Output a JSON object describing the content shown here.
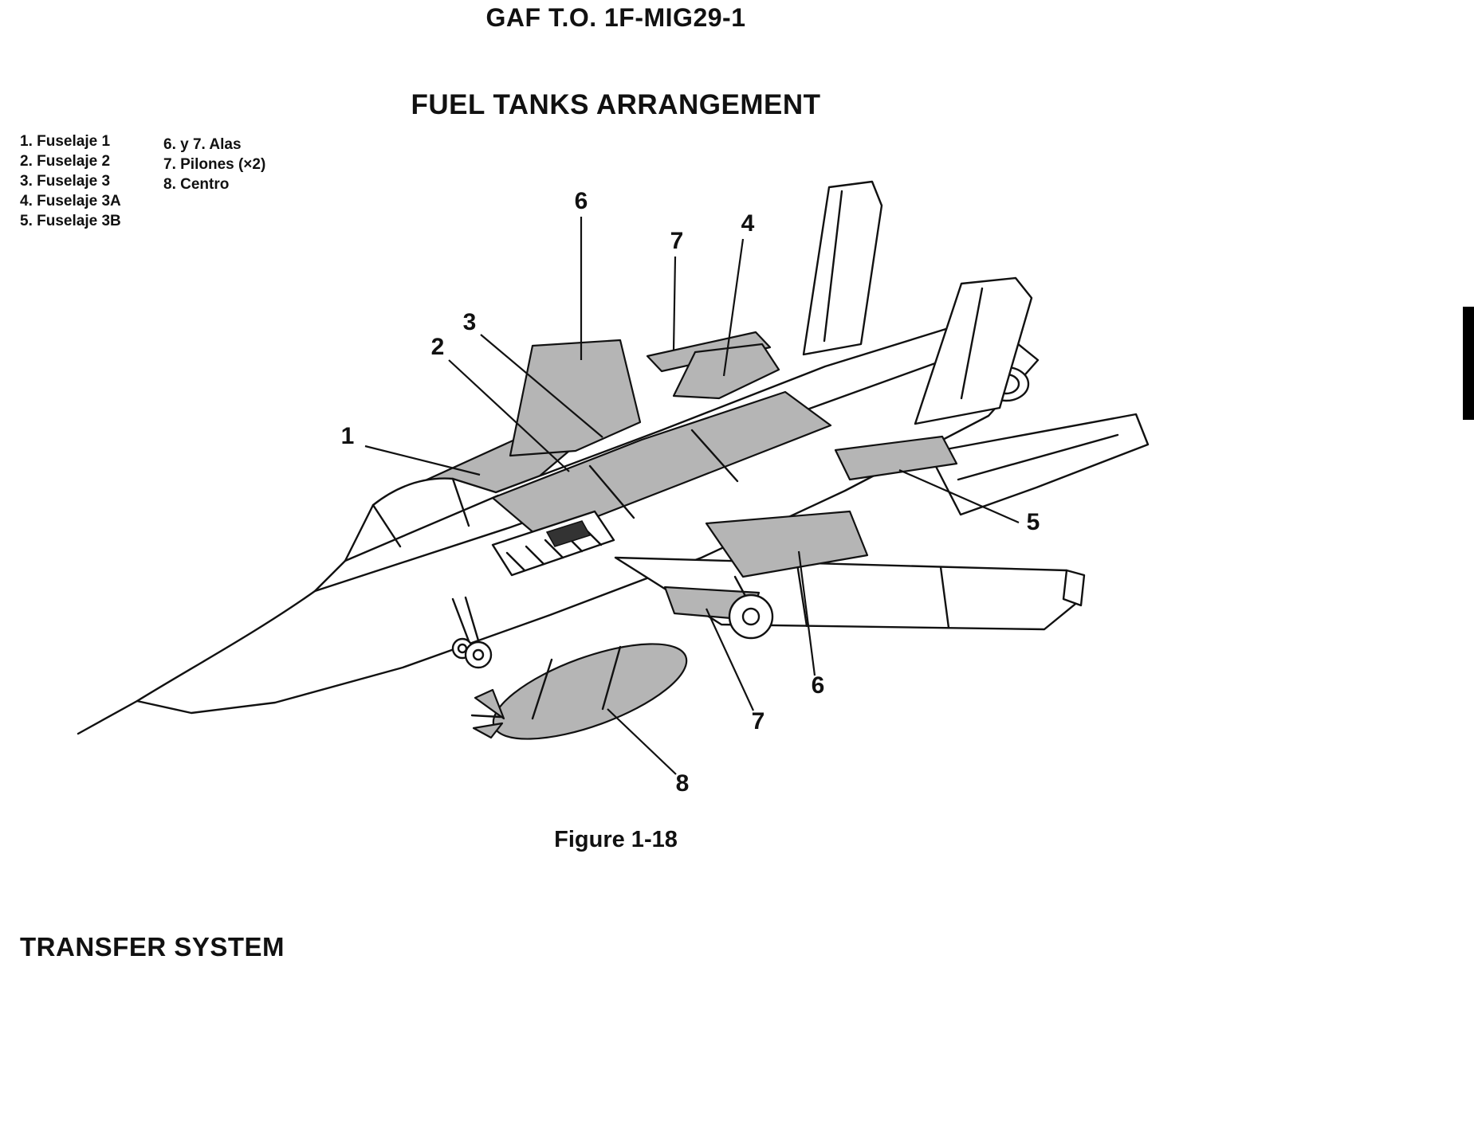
{
  "page": {
    "header": "GAF T.O. 1F-MIG29-1",
    "title": "FUEL TANKS ARRANGEMENT",
    "figure_caption": "Figure 1-18",
    "footer_heading": "TRANSFER SYSTEM"
  },
  "legend": {
    "column1": [
      "1. Fuselaje 1",
      "2. Fuselaje 2",
      "3. Fuselaje 3",
      "4. Fuselaje 3A",
      "5. Fuselaje 3B"
    ],
    "column2": [
      "6. y 7. Alas",
      "7. Pilones (×2)",
      "8. Centro"
    ]
  },
  "callouts": [
    "6",
    "7",
    "4",
    "3",
    "2",
    "1",
    "5",
    "6",
    "7",
    "8"
  ],
  "colors": {
    "tank_fill": "#b5b5b5",
    "line_color": "#111111",
    "background": "#ffffff"
  }
}
